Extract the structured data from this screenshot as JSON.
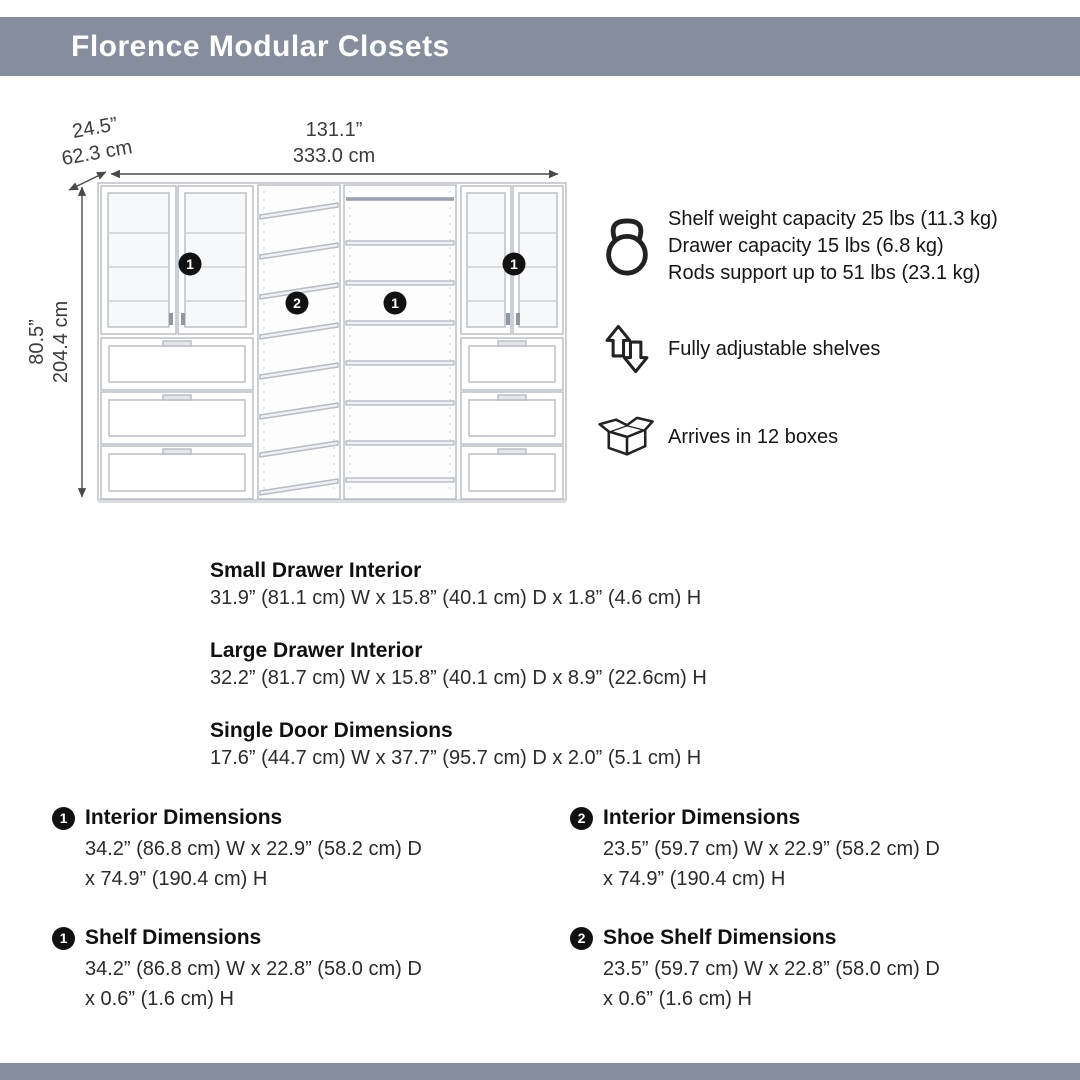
{
  "colors": {
    "banner": "#868e9e",
    "badge": "#111111"
  },
  "header": {
    "title": "Florence Modular Closets"
  },
  "diagram": {
    "width_in": "131.1”",
    "width_cm": "333.0 cm",
    "depth_in": "24.5”",
    "depth_cm": "62.3 cm",
    "height_in": "80.5”",
    "height_cm": "204.4 cm",
    "badges": {
      "left_doors": "1",
      "shoe_unit": "2",
      "center_unit": "1",
      "right_doors": "1"
    }
  },
  "features": [
    {
      "icon": "kettlebell-icon",
      "lines": [
        "Shelf weight capacity 25 lbs (11.3 kg)",
        "Drawer capacity 15 lbs (6.8 kg)",
        "Rods support up to 51 lbs (23.1 kg)"
      ]
    },
    {
      "icon": "adjustable-shelves-icon",
      "lines": [
        "Fully adjustable shelves"
      ]
    },
    {
      "icon": "open-box-icon",
      "lines": [
        "Arrives in 12 boxes"
      ]
    }
  ],
  "specs_center": [
    {
      "title": "Small Drawer Interior",
      "text": "31.9” (81.1 cm) W x 15.8” (40.1 cm) D x 1.8” (4.6 cm) H"
    },
    {
      "title": "Large Drawer Interior",
      "text": "32.2” (81.7 cm) W x 15.8” (40.1 cm) D x 8.9” (22.6cm) H"
    },
    {
      "title": "Single Door Dimensions",
      "text": "17.6” (44.7 cm) W x 37.7” (95.7 cm) D x 2.0” (5.1 cm) H"
    }
  ],
  "specs_grid": [
    {
      "badge": "1",
      "title": "Interior Dimensions",
      "line1": "34.2” (86.8 cm) W x 22.9” (58.2 cm) D",
      "line2": "x 74.9” (190.4 cm) H"
    },
    {
      "badge": "2",
      "title": "Interior Dimensions",
      "line1": "23.5” (59.7 cm) W x 22.9” (58.2 cm) D",
      "line2": "x 74.9” (190.4 cm) H"
    },
    {
      "badge": "1",
      "title": "Shelf Dimensions",
      "line1": "34.2” (86.8 cm) W x 22.8” (58.0 cm) D",
      "line2": "x 0.6” (1.6 cm) H"
    },
    {
      "badge": "2",
      "title": "Shoe Shelf Dimensions",
      "line1": "23.5” (59.7 cm) W x 22.8” (58.0 cm) D",
      "line2": "x 0.6” (1.6 cm) H"
    }
  ]
}
